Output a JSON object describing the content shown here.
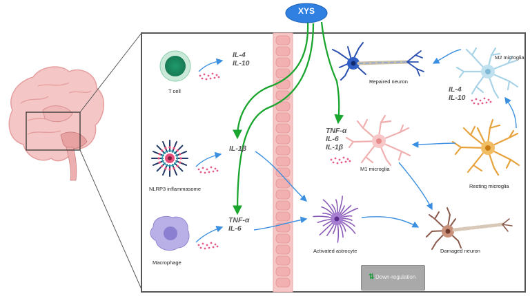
{
  "center": {
    "label": "XYS"
  },
  "cells": {
    "t_cell": "T cell",
    "nlrp3": "NLRP3 inflammasome",
    "macrophage": "Macrophage",
    "repaired_neuron": "Repaired neuron",
    "m2_microglia": "M2 microglia",
    "m1_microglia": "M1 microglia",
    "resting_microglia": "Resting microglia",
    "activated_astrocyte": "Activated astrocyte",
    "damaged_neuron": "Damaged neuron"
  },
  "cytokines": {
    "tcell_il4": "IL-4",
    "tcell_il10": "IL-10",
    "nlrp3_il1b": "IL-1β",
    "macro_tnfa": "TNF-α",
    "macro_il6": "IL-6",
    "m1_tnfa": "TNF-α",
    "m1_il6": "IL-6",
    "m1_il1b": "IL-1β",
    "m2_il4": "IL-4",
    "m2_il10": "IL-10"
  },
  "legend": {
    "label": "Down-regulation",
    "icon": "up-down-arrow-icon"
  },
  "colors": {
    "xys": "#2f80e0",
    "green_arrow": "#1aa52e",
    "blue_arrow": "#3b8fe0",
    "vessel": "#f2b3b3",
    "frame": "#555555"
  }
}
